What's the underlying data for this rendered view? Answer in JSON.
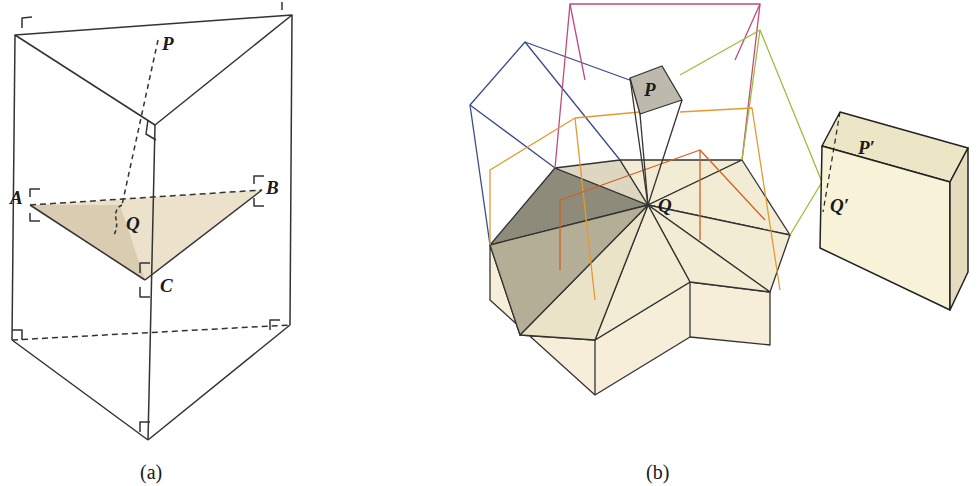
{
  "diagram": {
    "labels": [
      "P",
      "A",
      "B",
      "Q",
      "C",
      "(a)",
      "P",
      "Q",
      "P′",
      "Q′",
      "(b)"
    ]
  }
}
